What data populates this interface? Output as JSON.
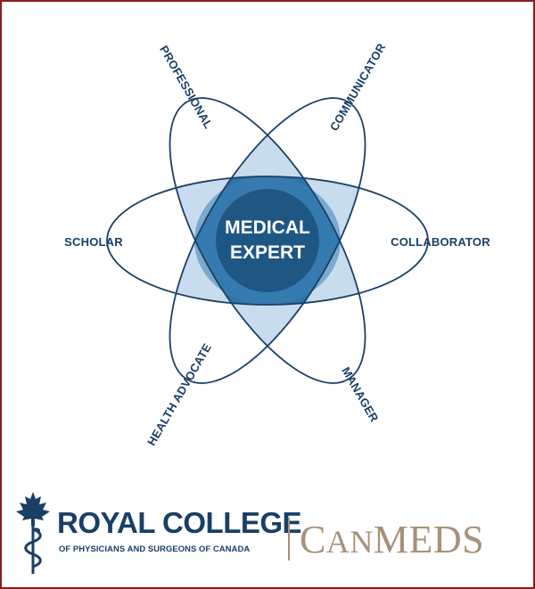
{
  "center": {
    "line1": "MEDICAL",
    "line2": "EXPERT"
  },
  "petals": {
    "professional": "PROFESSIONAL",
    "communicator": "COMMUNICATOR",
    "collaborator": "COLLABORATOR",
    "manager": "MANAGER",
    "health_advocate": "HEALTH ADVOCATE",
    "scholar": "SCHOLAR"
  },
  "footer": {
    "org_name": "ROYAL COLLEGE",
    "org_subtitle": "OF PHYSICIANS AND SURGEONS OF CANADA",
    "brand_first": "C",
    "brand_small1": "AN",
    "brand_mid": "MEDS"
  },
  "colors": {
    "outline": "#1a3f66",
    "overlap_2": "#c9dcee",
    "overlap_3": "#3f88bb",
    "overlap_4": "#2a6a9c",
    "overlap_6": "#1f5784",
    "brand_gold": "#a69179",
    "border": "#8c1d1d"
  },
  "icons": {
    "logo": "caduceus-maple-leaf-icon"
  }
}
